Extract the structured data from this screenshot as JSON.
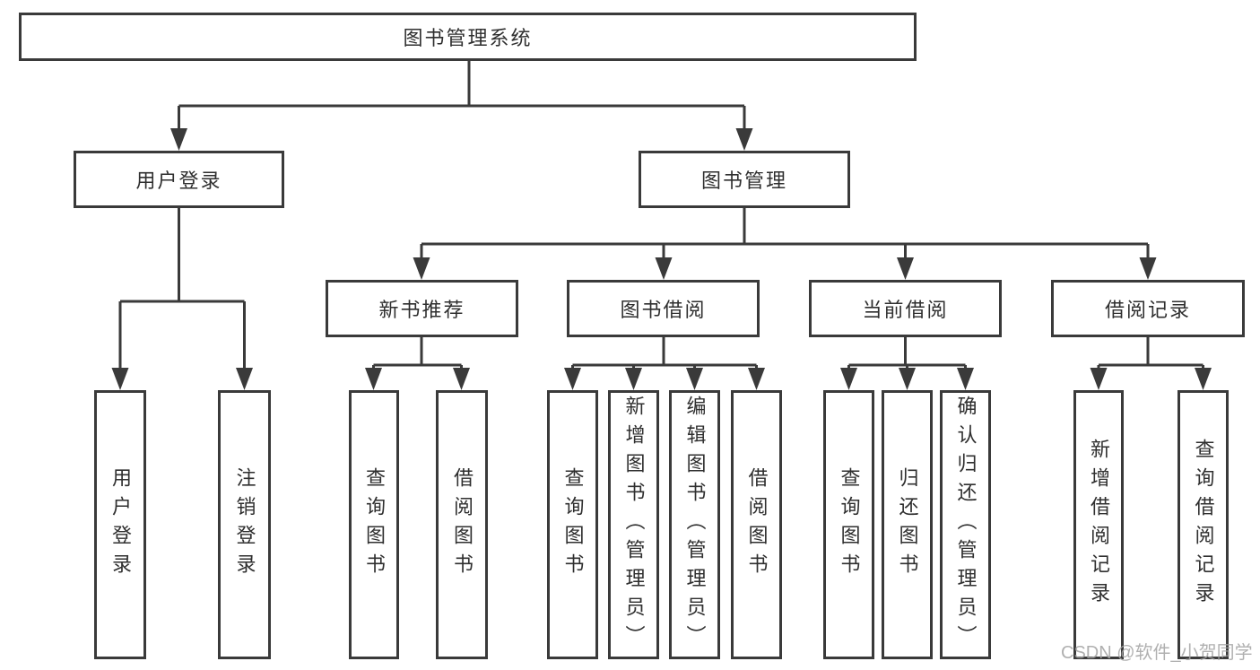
{
  "diagram": {
    "root": {
      "label": "图书管理系统"
    },
    "children": [
      {
        "label": "用户登录",
        "children": [
          {
            "label": "用户登录"
          },
          {
            "label": "注销登录"
          }
        ]
      },
      {
        "label": "图书管理",
        "children": [
          {
            "label": "新书推荐",
            "children": [
              {
                "label": "查询图书"
              },
              {
                "label": "借阅图书"
              }
            ]
          },
          {
            "label": "图书借阅",
            "children": [
              {
                "label": "查询图书"
              },
              {
                "label": "新增图书（管理员）"
              },
              {
                "label": "编辑图书（管理员）"
              },
              {
                "label": "借阅图书"
              }
            ]
          },
          {
            "label": "当前借阅",
            "children": [
              {
                "label": "查询图书"
              },
              {
                "label": "归还图书"
              },
              {
                "label": "确认归还（管理员）"
              }
            ]
          },
          {
            "label": "借阅记录",
            "children": [
              {
                "label": "新增借阅记录"
              },
              {
                "label": "查询借阅记录"
              }
            ]
          }
        ]
      }
    ]
  },
  "watermark": {
    "text": "CSDN @软件_小贺同学"
  },
  "colors": {
    "line": "#3a3a3a",
    "text": "#2f2f2f",
    "watermark": "#a3a3a3",
    "background": "#ffffff"
  }
}
